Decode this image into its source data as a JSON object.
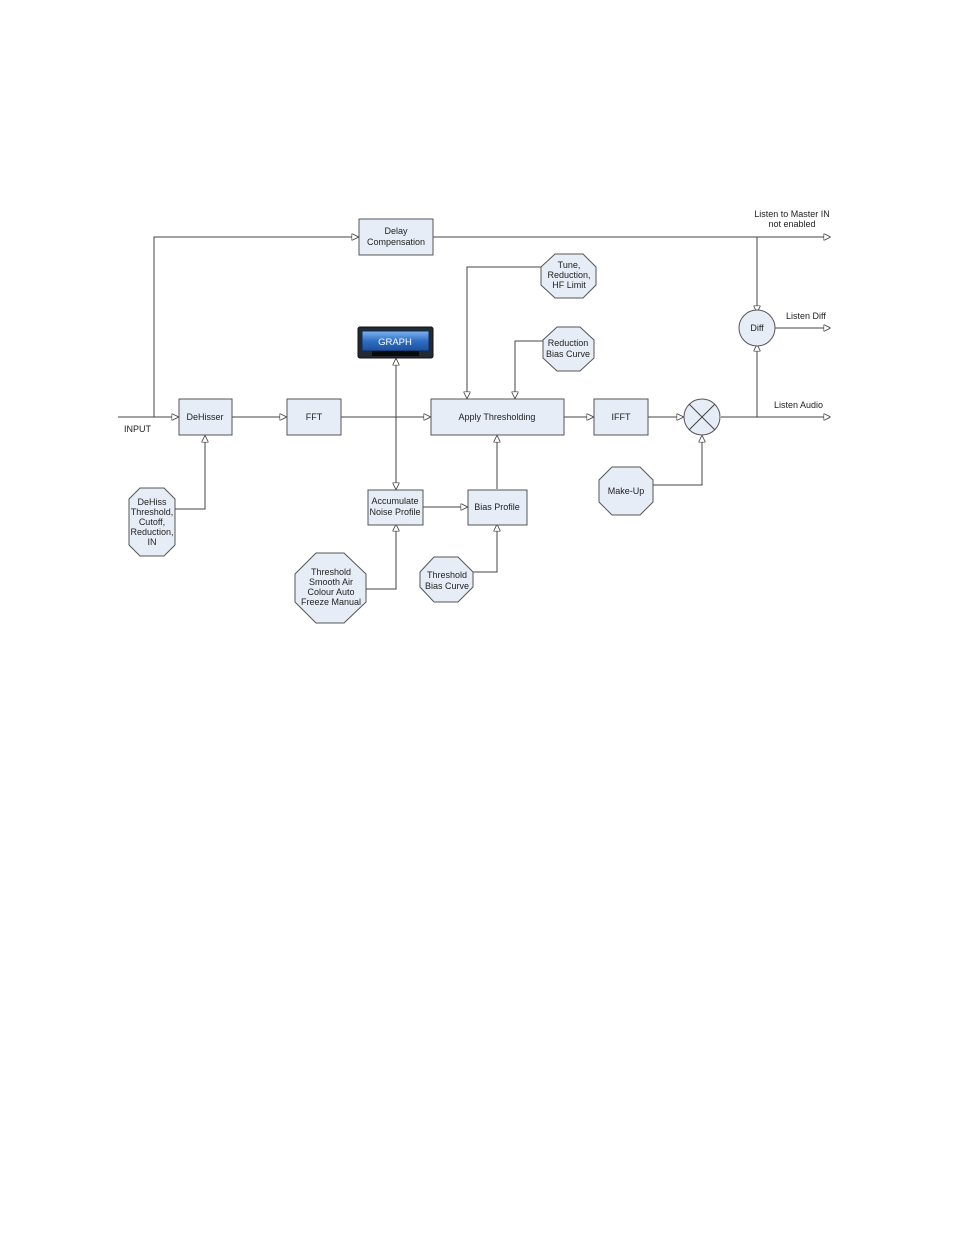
{
  "blocks": {
    "delay_compensation": [
      "Delay",
      "Compensation"
    ],
    "dehisser": [
      "DeHisser"
    ],
    "fft": [
      "FFT"
    ],
    "apply_thresholding": [
      "Apply Thresholding"
    ],
    "ifft": [
      "IFFT"
    ],
    "accumulate_noise_profile": [
      "Accumulate",
      "Noise Profile"
    ],
    "bias_profile": [
      "Bias Profile"
    ],
    "diff": [
      "Diff"
    ],
    "graph": "GRAPH"
  },
  "controls": {
    "dehiss_params": [
      "DeHiss",
      "Threshold,",
      "Cutoff,",
      "Reduction,",
      "IN"
    ],
    "tune_params": [
      "Tune,",
      "Reduction,",
      "HF Limit"
    ],
    "reduction_bias_curve": [
      "Reduction",
      "Bias Curve"
    ],
    "threshold_params": [
      "Threshold",
      "Smooth Air",
      "Colour Auto",
      "Freeze Manual"
    ],
    "threshold_bias_curve": [
      "Threshold",
      "Bias Curve"
    ],
    "make_up": [
      "Make-Up"
    ]
  },
  "io": {
    "input": "INPUT",
    "listen_master": [
      "Listen to Master IN",
      "not enabled"
    ],
    "listen_diff": "Listen Diff",
    "listen_audio": "Listen Audio"
  }
}
